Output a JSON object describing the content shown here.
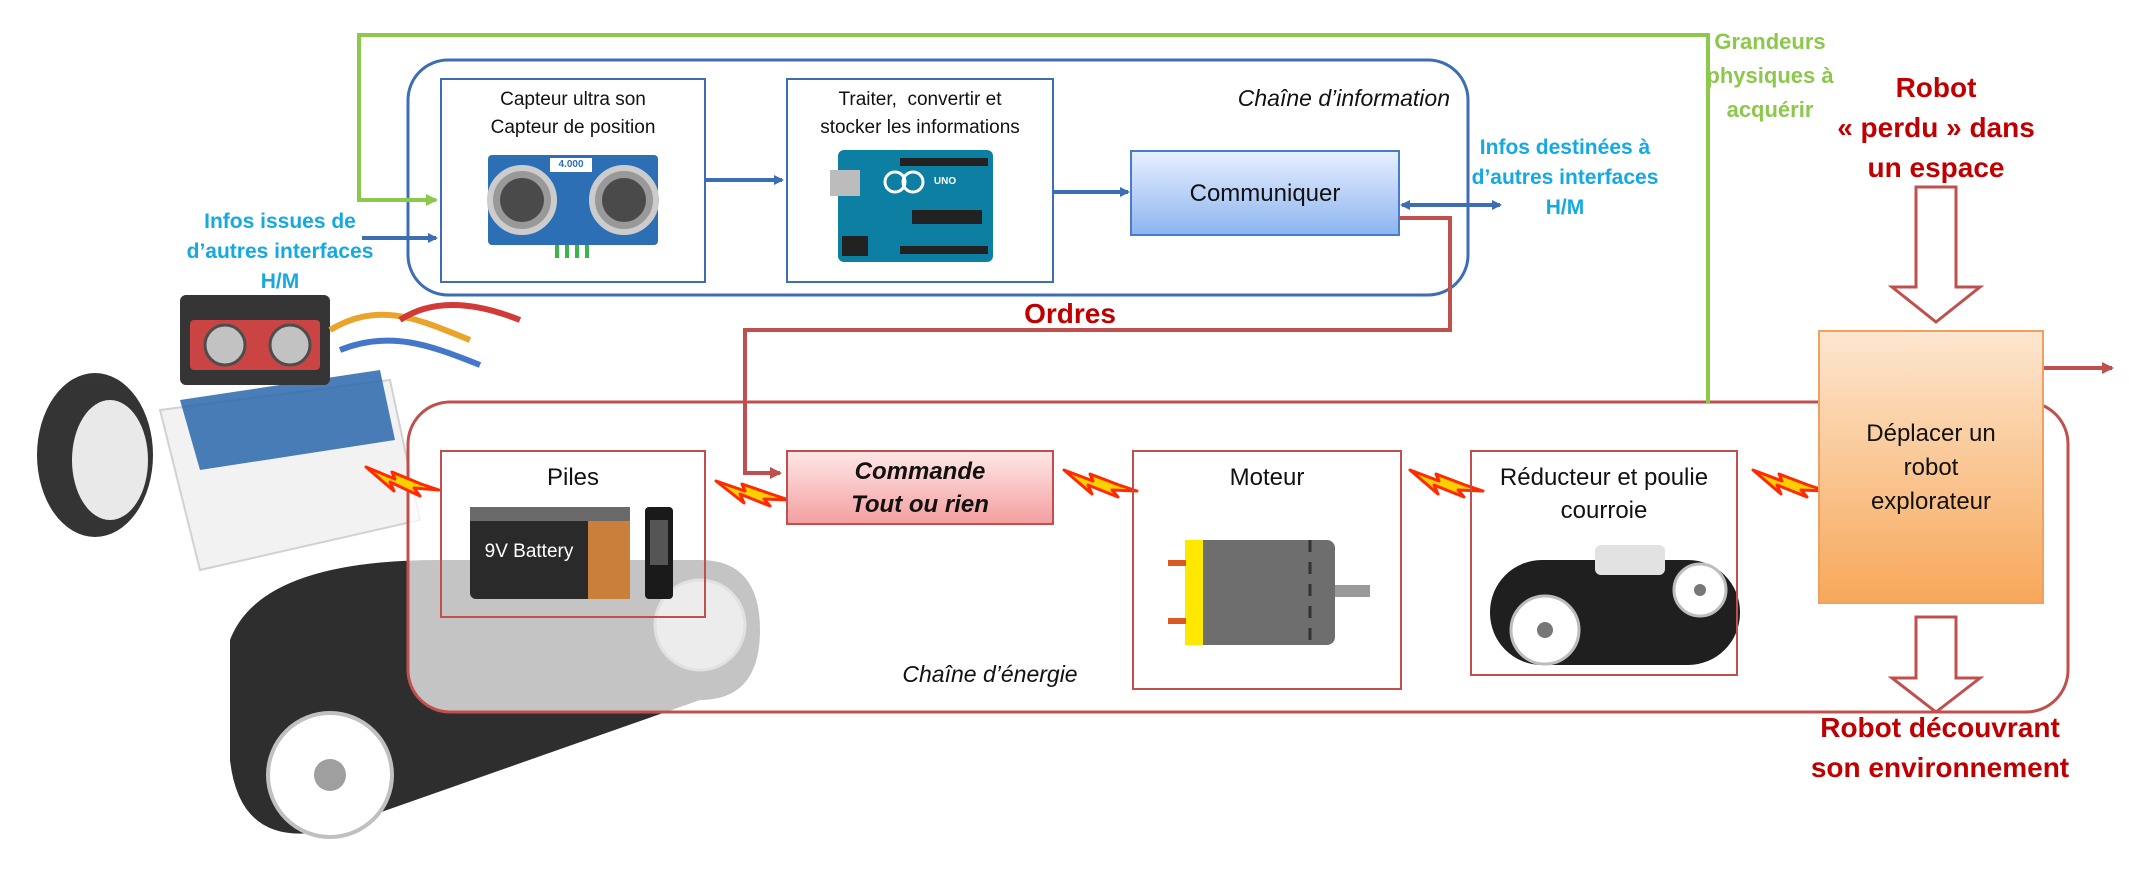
{
  "chains": {
    "information": "Chaîne d’information",
    "energy": "Chaîne d’énergie"
  },
  "info_blocks": {
    "capteur_line1": "Capteur ultra son",
    "capteur_line2": "Capteur de position",
    "traiter_line1": "Traiter,  convertir et",
    "traiter_line2": "stocker les informations",
    "communiquer": "Communiquer",
    "sensor_display": "4.000",
    "arduino_logo": "UNO"
  },
  "energy_blocks": {
    "piles": "Piles",
    "battery_label": "9V Battery",
    "commande_line1": "Commande",
    "commande_line2": "Tout ou rien",
    "moteur": "Moteur",
    "reducteur_line1": "Réducteur et poulie",
    "reducteur_line2": "courroie"
  },
  "function_block": {
    "line1": "Déplacer un",
    "line2": "robot",
    "line3": "explorateur"
  },
  "annotations": {
    "infos_in_1": "Infos issues de",
    "infos_in_2": "d’autres interfaces",
    "infos_in_3": "H/M",
    "infos_out_1": "Infos destinées à",
    "infos_out_2": "d’autres interfaces",
    "infos_out_3": "H/M",
    "grandeurs_1": "Grandeurs",
    "grandeurs_2": "physiques à",
    "grandeurs_3": "acquérir",
    "ordres": "Ordres",
    "robot_in_1": "Robot",
    "robot_in_2": "« perdu » dans",
    "robot_in_3": "un espace",
    "robot_out_1": "Robot découvrant",
    "robot_out_2": "son environnement"
  },
  "colors": {
    "info_blue": "#3d6db3",
    "energy_red": "#c0504d",
    "green": "#8cc84b",
    "cyan_text": "#16a9e1",
    "dark_red_text": "#c00000",
    "orange_block": "#f8b878"
  },
  "icons": [
    "ultrasonic-sensor-icon",
    "arduino-board-icon",
    "battery-icon",
    "dc-motor-icon",
    "track-belt-icon",
    "robot-photo-icon",
    "lightning-bolt-icon"
  ]
}
